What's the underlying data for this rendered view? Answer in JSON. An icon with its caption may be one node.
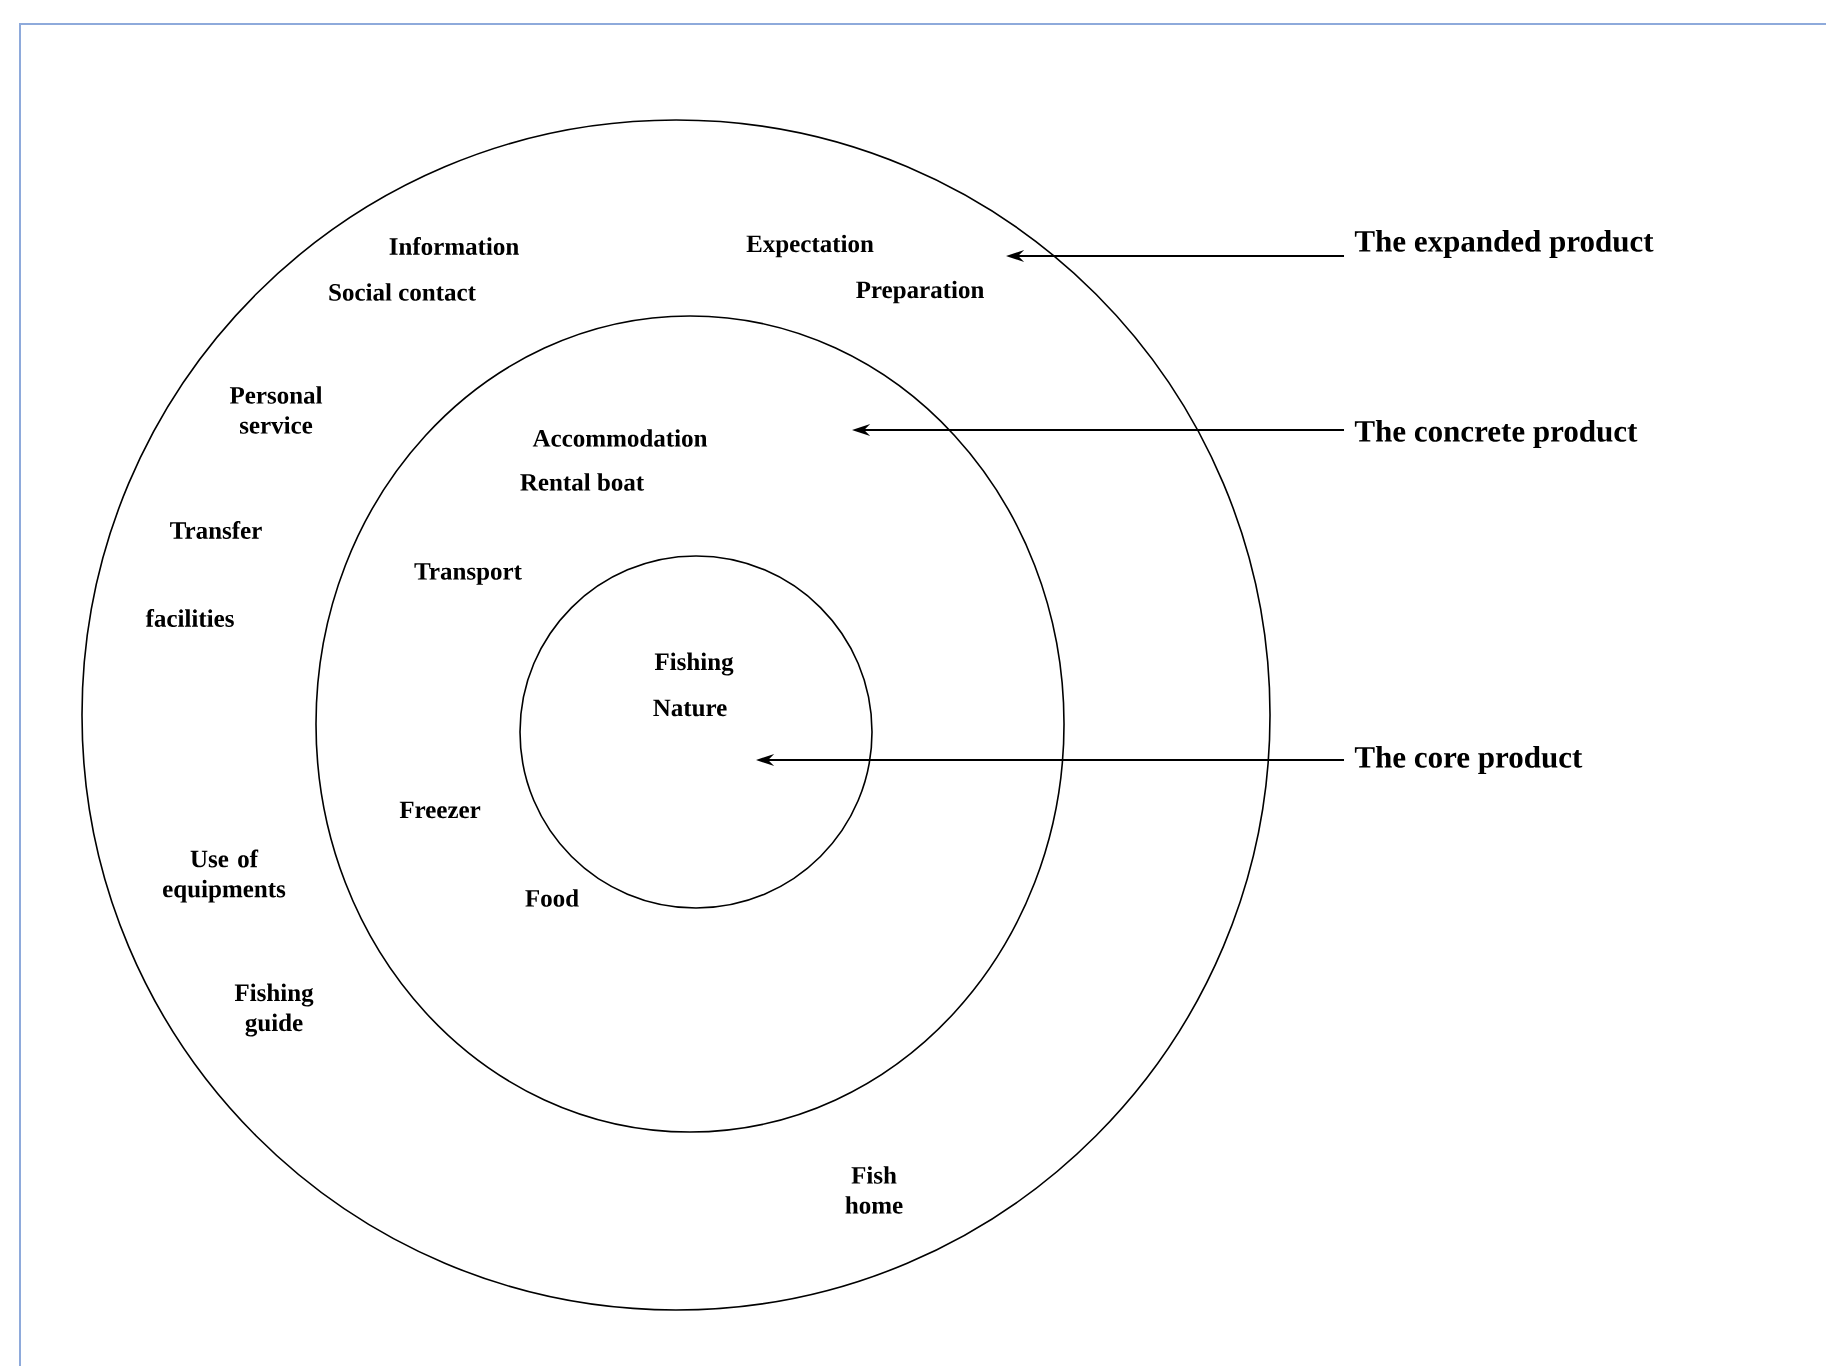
{
  "diagram": {
    "nodes": [
      {
        "text": [
          "Information",
          "Social contact",
          "Expectation",
          "Preparation",
          "Personal service",
          "Transfer",
          "facilities",
          "Use of equipments",
          "Fishing guide",
          "Fish home"
        ]
      },
      {
        "text": [
          "Accommodation",
          "Rental boat",
          "Transport",
          "Freezer",
          "Food"
        ],
        "in": 0
      },
      {
        "text": [
          "Fishing",
          "Nature"
        ],
        "in": 1
      },
      {
        "text": [
          "The expanded product"
        ]
      },
      {
        "text": [
          "The concrete product"
        ]
      },
      {
        "text": [
          "The core product"
        ]
      }
    ],
    "edges": [
      {
        "from": 3,
        "to": 0,
        "arrow": "to"
      },
      {
        "from": 4,
        "to": 1,
        "arrow": "to"
      },
      {
        "from": 5,
        "to": 2,
        "arrow": "to"
      }
    ]
  }
}
